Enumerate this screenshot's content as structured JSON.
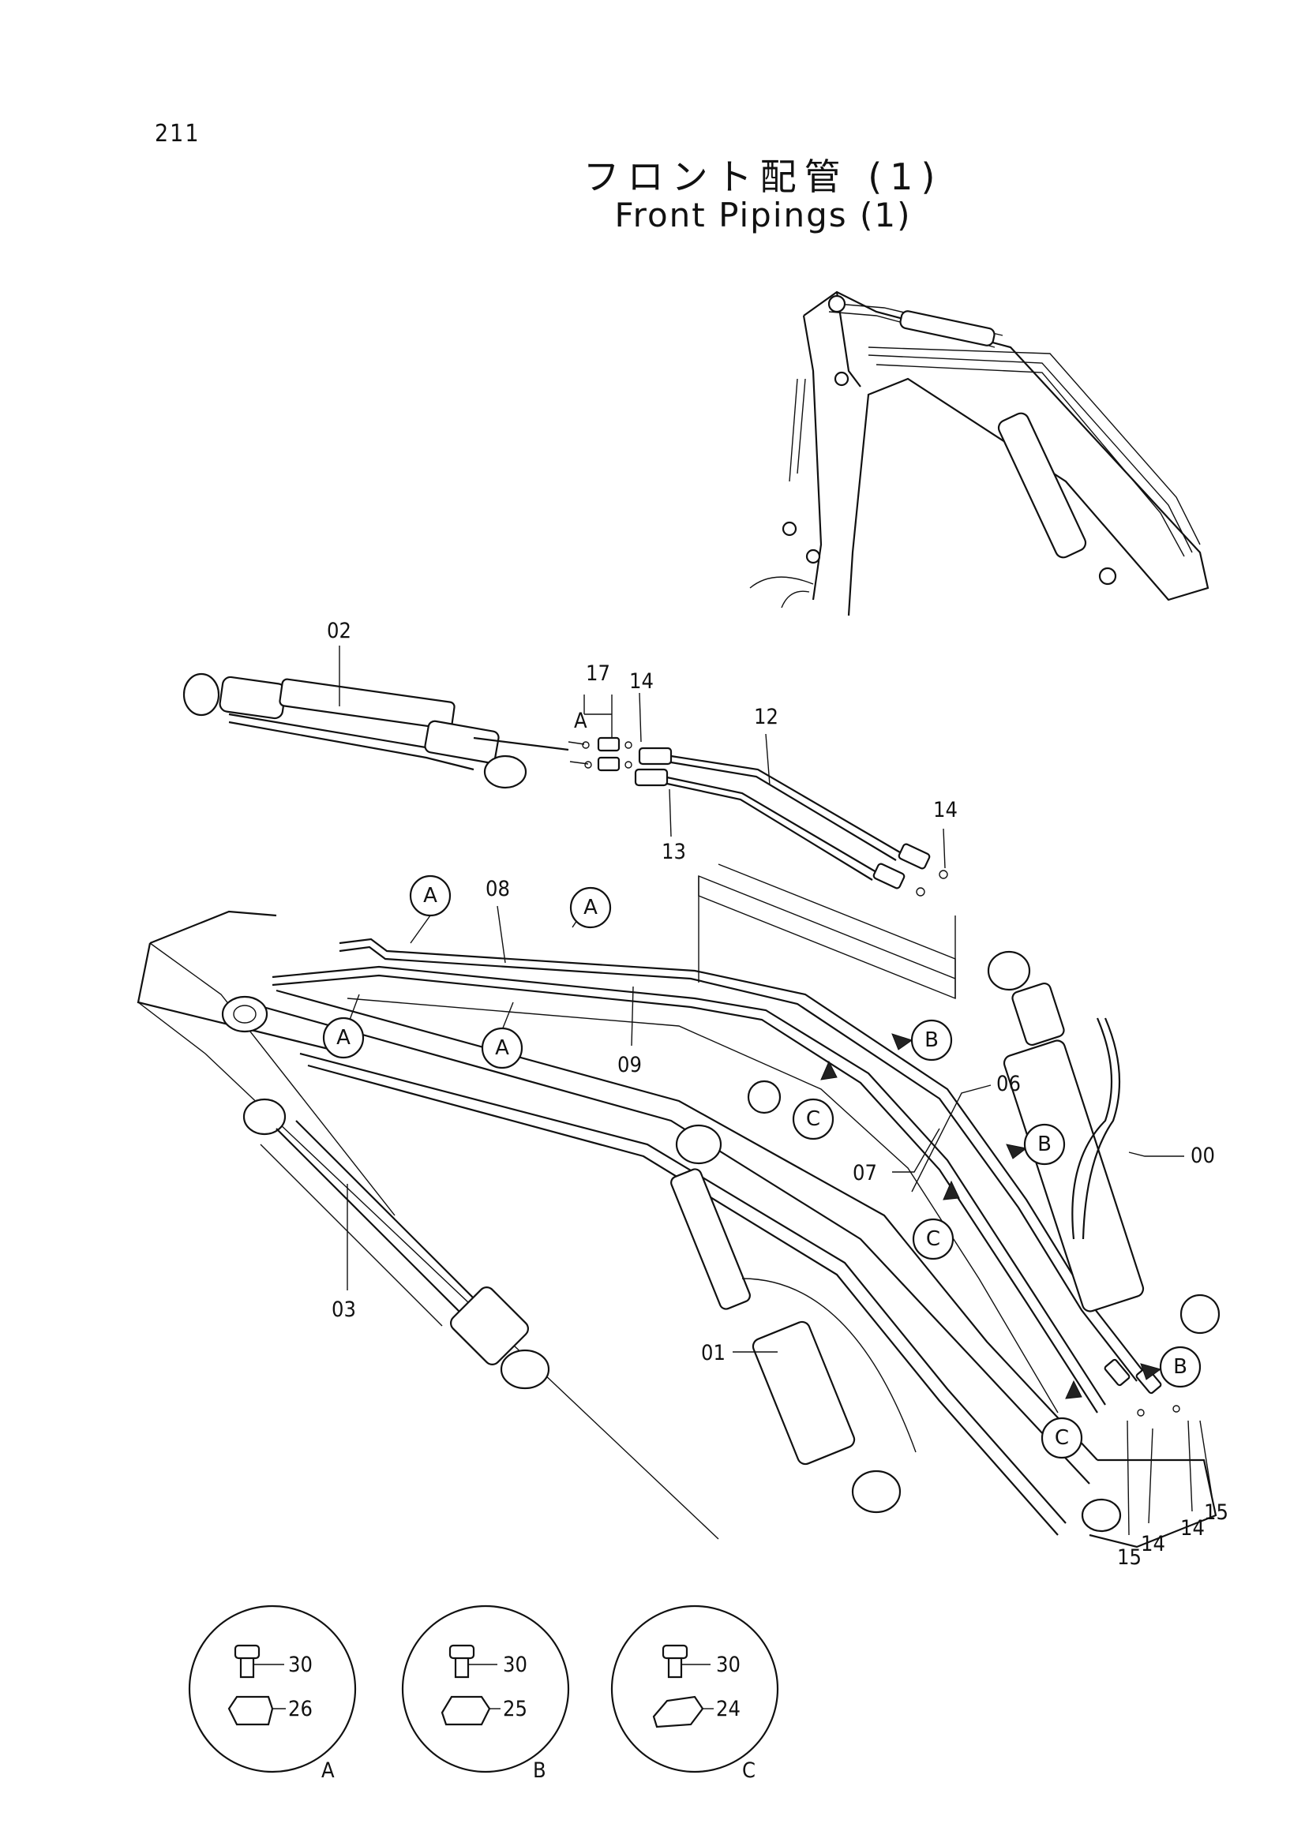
{
  "page_number": "211",
  "title_japanese": "フロント配管 (1)",
  "title_english": "Front Pipings (1)",
  "part_labels": {
    "p00": "00",
    "p01": "01",
    "p02": "02",
    "p03": "03",
    "p06": "06",
    "p07": "07",
    "p08": "08",
    "p09": "09",
    "p12": "12",
    "p13": "13",
    "p14a": "14",
    "p14b": "14",
    "p14c": "14",
    "p14d": "14",
    "p15a": "15",
    "p15b": "15",
    "p17": "17"
  },
  "callouts": {
    "A": "A",
    "B": "B",
    "C": "C"
  },
  "details": [
    {
      "letter": "A",
      "bolt": "30",
      "clamp": "26"
    },
    {
      "letter": "B",
      "bolt": "30",
      "clamp": "25"
    },
    {
      "letter": "C",
      "bolt": "30",
      "clamp": "24"
    }
  ]
}
